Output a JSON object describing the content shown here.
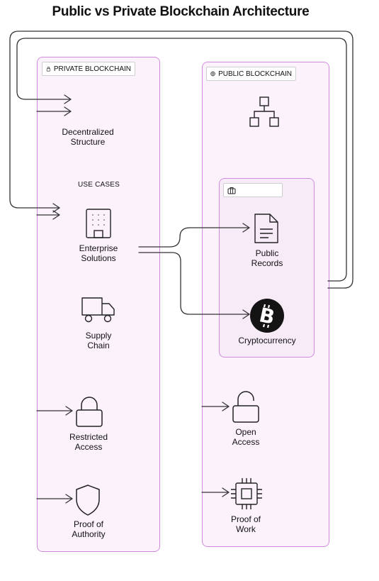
{
  "title": "Public vs Private Blockchain Architecture",
  "private": {
    "badge": "PRIVATE BLOCKCHAIN",
    "decentralized_line1": "Decentralized",
    "decentralized_line2": "Structure",
    "use_cases": "USE CASES",
    "enterprise_line1": "Enterprise",
    "enterprise_line2": "Solutions",
    "supply_line1": "Supply",
    "supply_line2": "Chain",
    "restricted_line1": "Restricted",
    "restricted_line2": "Access",
    "authority_line1": "Proof of",
    "authority_line2": "Authority"
  },
  "public": {
    "badge": "PUBLIC BLOCKCHAIN",
    "records_line1": "Public",
    "records_line2": "Records",
    "crypto": "Cryptocurrency",
    "open_line1": "Open",
    "open_line2": "Access",
    "work_line1": "Proof of",
    "work_line2": "Work"
  },
  "colors": {
    "container_border": "#d38be0",
    "container_fill": "#fbf2fb",
    "connector": "#333333"
  },
  "icons": [
    "lock-icon",
    "globe-icon",
    "hierarchy-icon",
    "building-icon",
    "truck-icon",
    "document-icon",
    "bitcoin-icon",
    "unlock-icon",
    "shield-icon",
    "chip-icon",
    "briefcase-icon"
  ]
}
